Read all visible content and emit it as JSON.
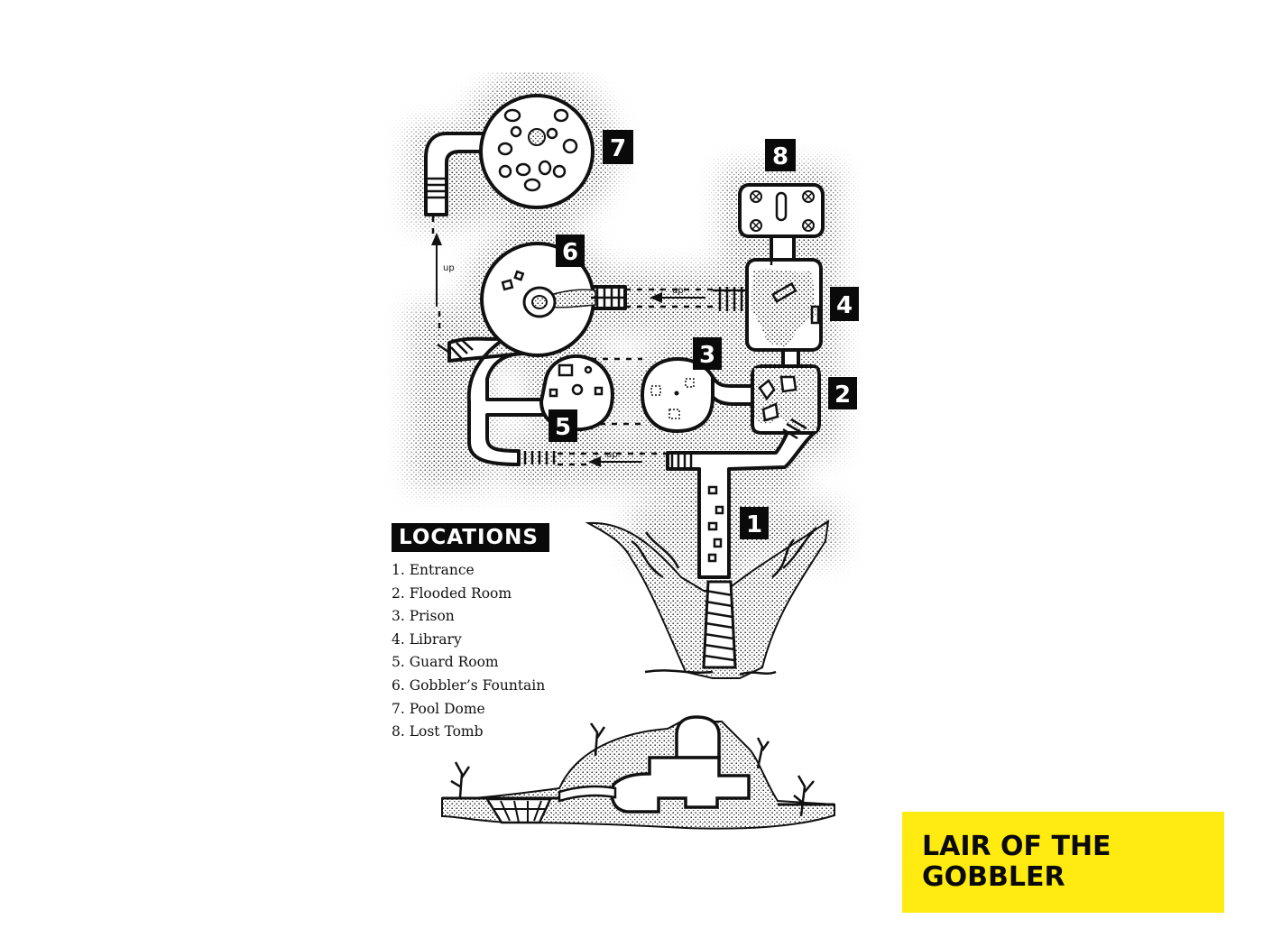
{
  "map": {
    "title": "LAIR OF THE GOBBLER",
    "stair_label": "up",
    "room_numbers": [
      "1",
      "2",
      "3",
      "4",
      "5",
      "6",
      "7",
      "8"
    ]
  },
  "legend": {
    "heading": "LOCATIONS",
    "items": [
      "1. Entrance",
      "2. Flooded Room",
      "3. Prison",
      "4. Library",
      "5. Guard Room",
      "6. Gobbler’s Fountain",
      "7. Pool Dome",
      "8. Lost Tomb"
    ]
  },
  "colors": {
    "ink": "#111111",
    "label_background": "#0a0a0a",
    "title_background": "#ffeb0f",
    "paper": "#ffffff"
  }
}
